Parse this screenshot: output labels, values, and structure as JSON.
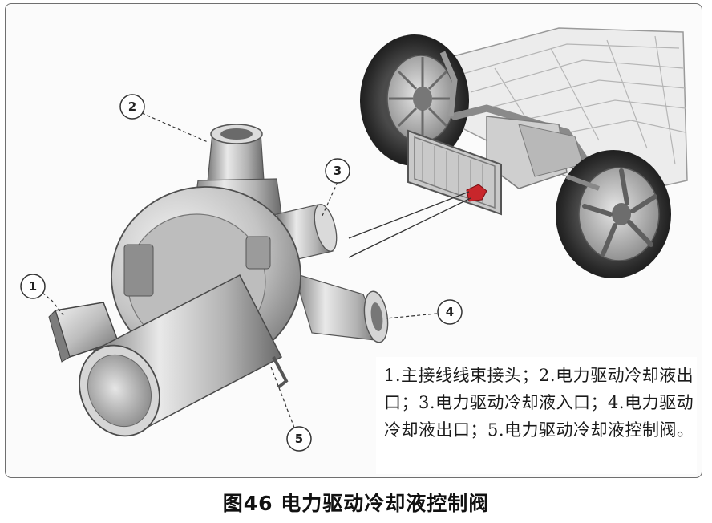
{
  "callouts": {
    "c1": "1",
    "c2": "2",
    "c3": "3",
    "c4": "4",
    "c5": "5"
  },
  "legend_text": "1.主接线线束接头；2.电力驱动冷却液出口；3.电力驱动冷却液入口；4.电力驱动冷却液出口；5.电力驱动冷却液控制阀。",
  "figure_title": "图46 电力驱动冷却液控制阀",
  "colors": {
    "frame_border": "#6f6f6f",
    "highlight_red": "#c8262b",
    "metal_mid": "#a9a9a9"
  }
}
